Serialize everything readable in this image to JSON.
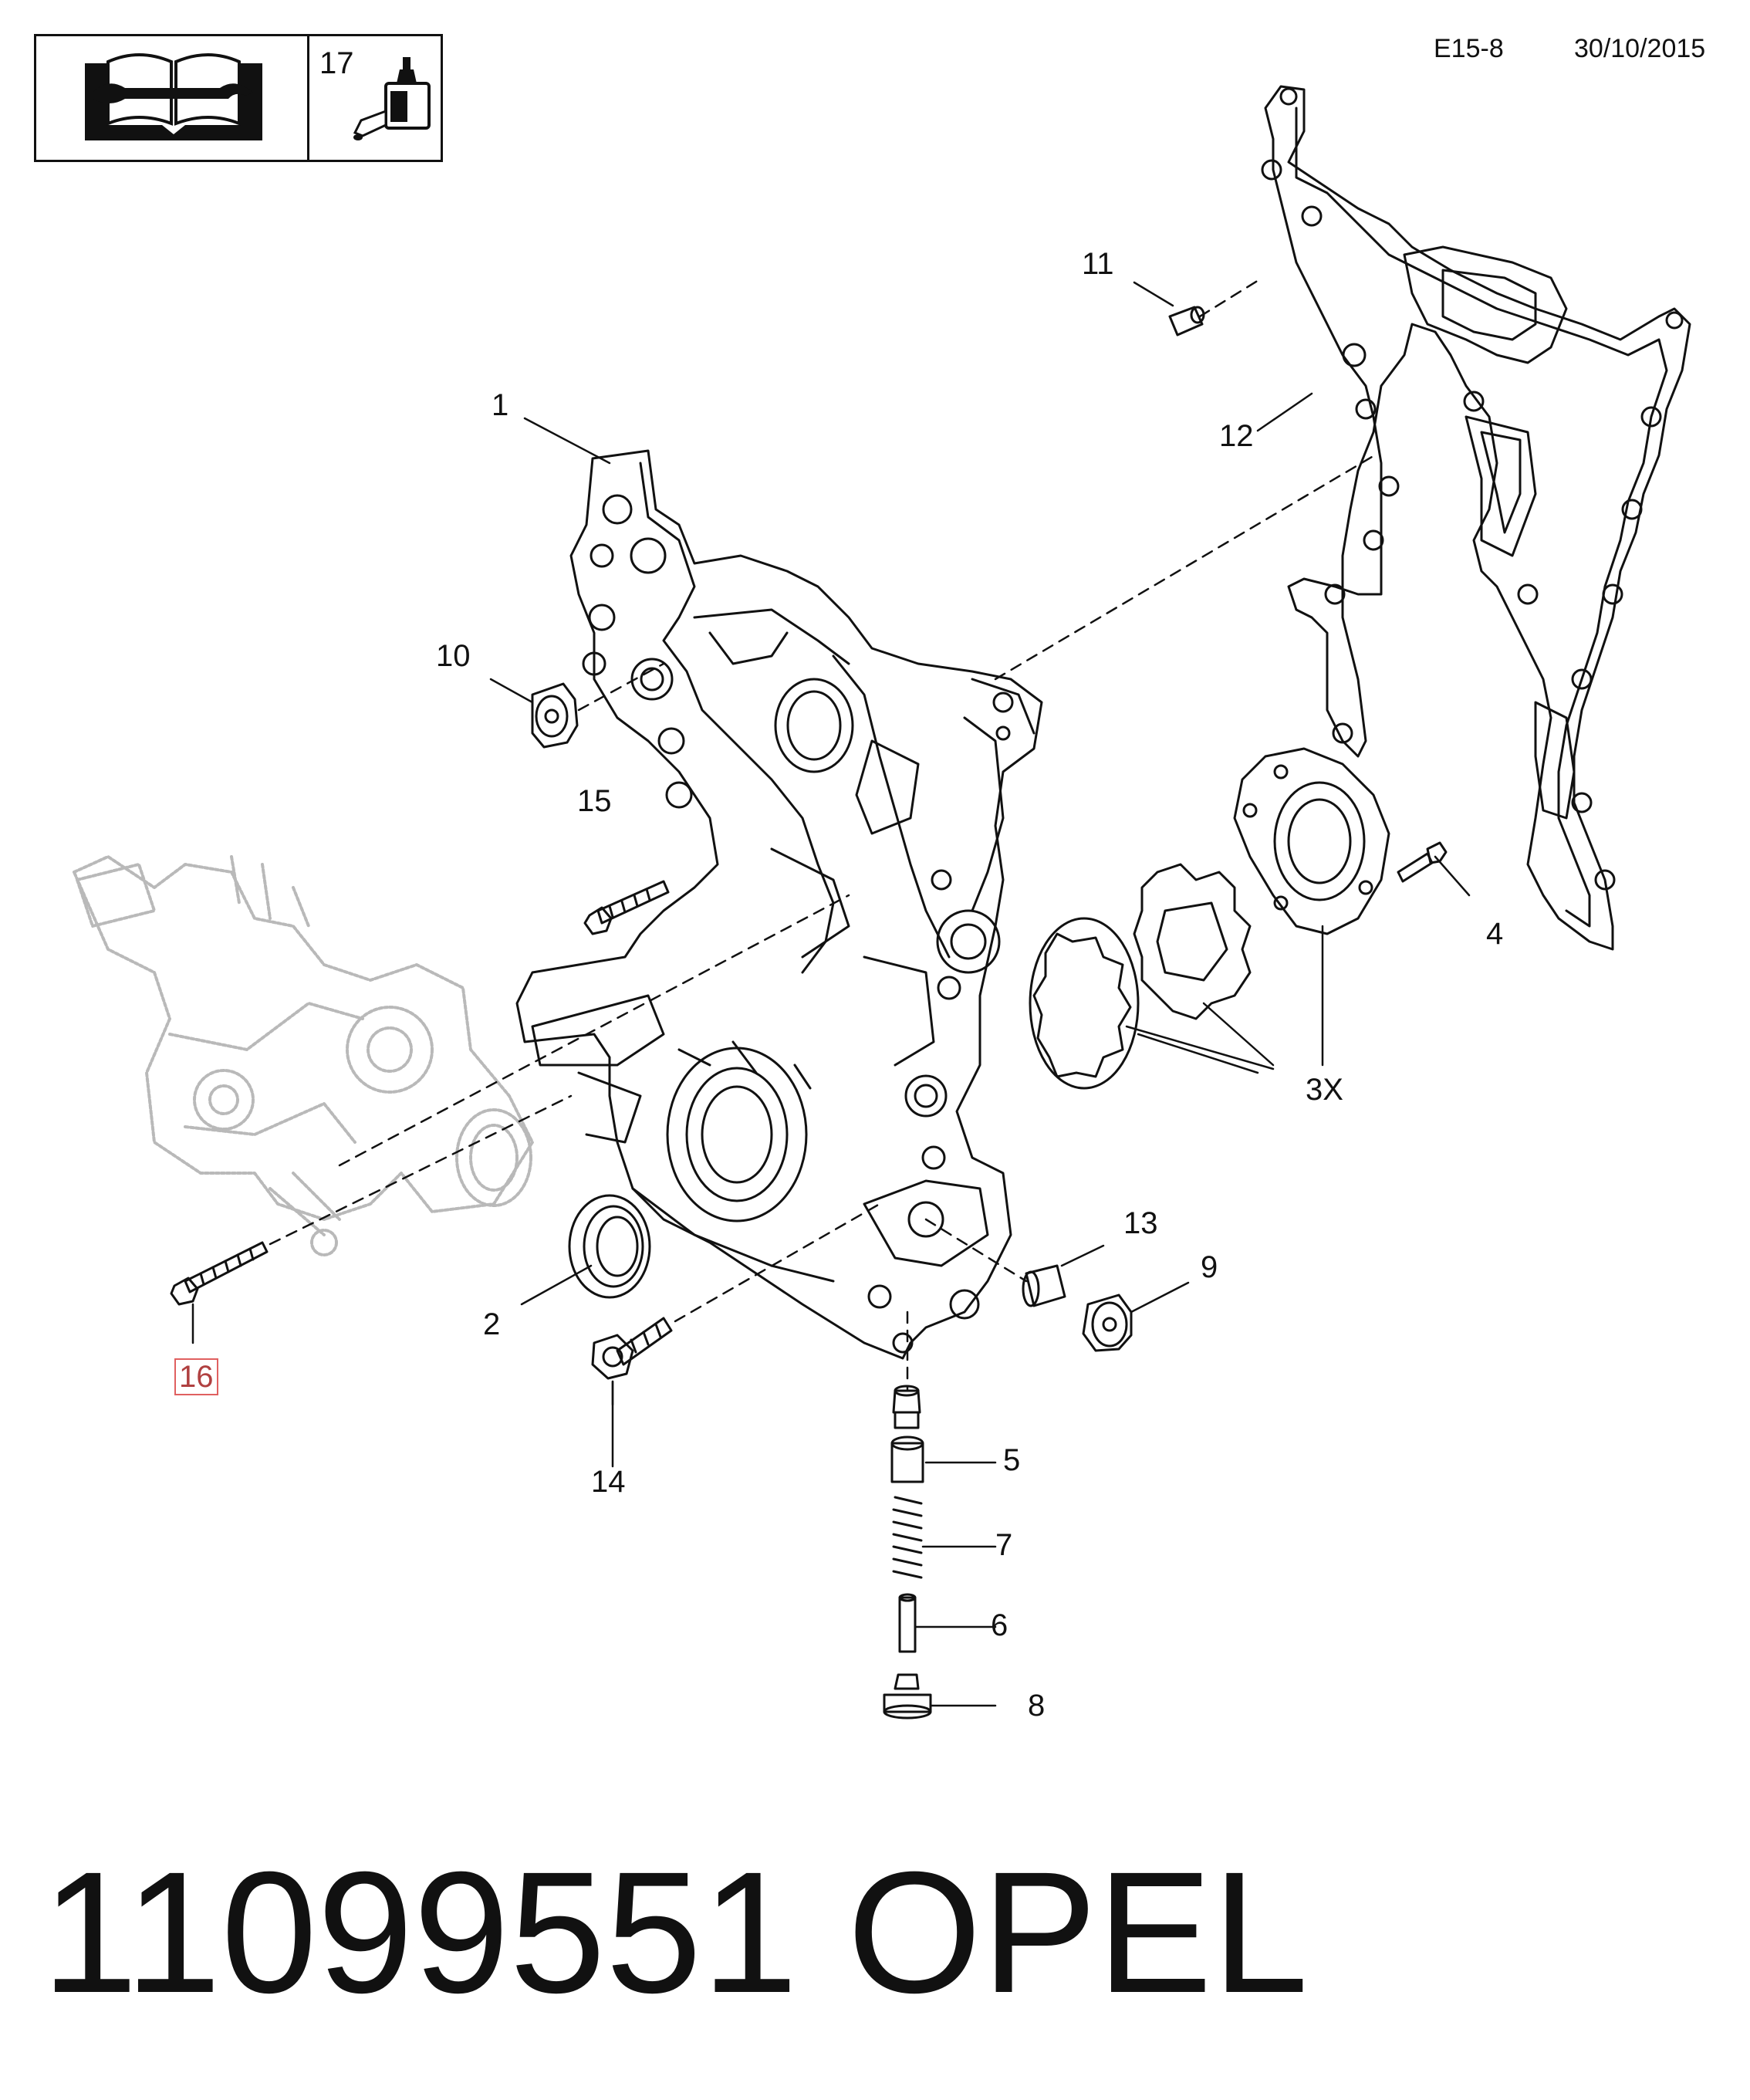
{
  "header": {
    "page_code": "E15-8",
    "date": "30/10/2015"
  },
  "legend": {
    "manual_icon": "manual-wrench-icon",
    "adhesive_ref": "17",
    "adhesive_icon": "sealant-bottle-icon"
  },
  "callouts": {
    "c1": "1",
    "c2": "2",
    "c3": "3X",
    "c4": "4",
    "c5": "5",
    "c6": "6",
    "c7": "7",
    "c8": "8",
    "c9": "9",
    "c10": "10",
    "c11": "11",
    "c12": "12",
    "c13": "13",
    "c14": "14",
    "c15": "15",
    "c16": "16"
  },
  "highlight_color": "#e06060",
  "footer": {
    "part_number": "11099551",
    "brand": "OPEL"
  }
}
